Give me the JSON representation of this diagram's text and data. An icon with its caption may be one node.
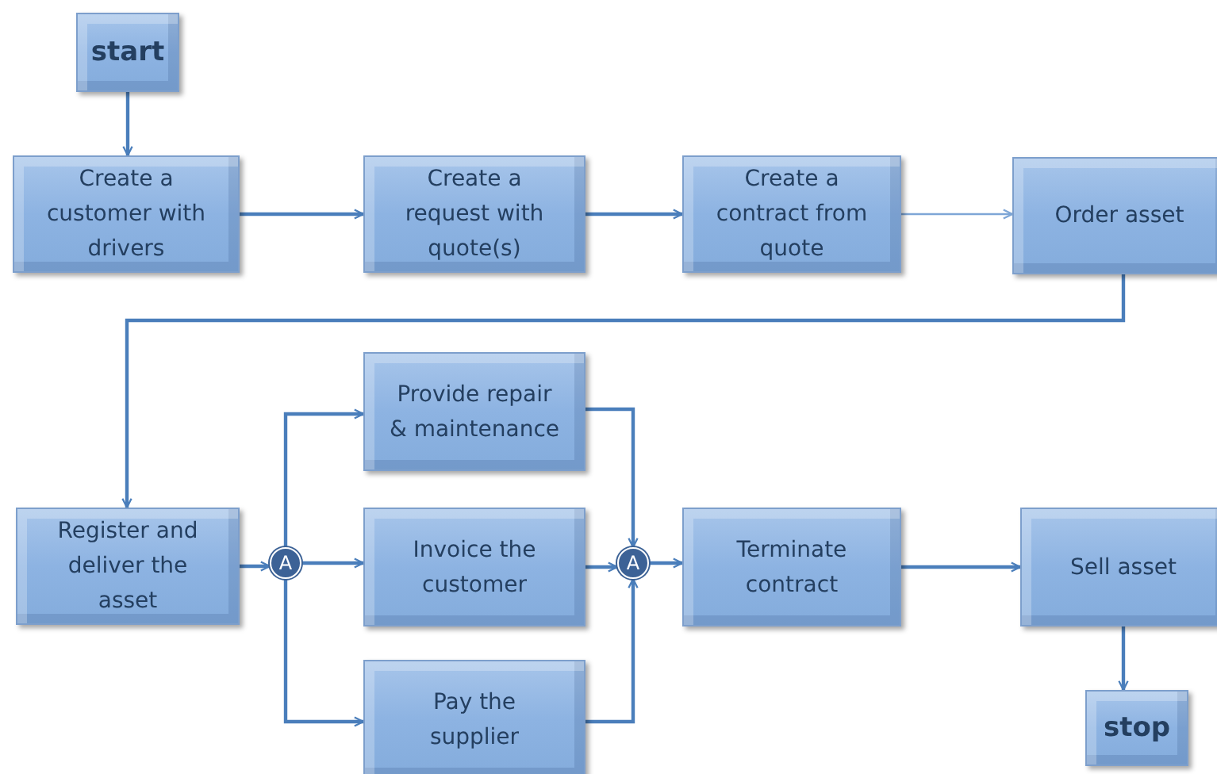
{
  "diagram": {
    "nodes": [
      {
        "text": [
          "start"
        ]
      },
      {
        "text": [
          "Create a customer with drivers"
        ]
      },
      {
        "text": [
          "Create a request with quote(s)"
        ]
      },
      {
        "text": [
          "Create a contract from quote"
        ]
      },
      {
        "text": [
          "Order asset"
        ]
      },
      {
        "text": [
          "Register and deliver the asset"
        ]
      },
      {
        "text": [
          "A"
        ]
      },
      {
        "text": [
          "Provide repair & maintenance"
        ]
      },
      {
        "text": [
          "Invoice the customer"
        ]
      },
      {
        "text": [
          "Pay the supplier"
        ]
      },
      {
        "text": [
          "A"
        ]
      },
      {
        "text": [
          "Terminate contract"
        ]
      },
      {
        "text": [
          "Sell asset"
        ]
      },
      {
        "text": [
          "stop"
        ]
      }
    ],
    "edges": [
      {
        "from": 0,
        "to": 1,
        "arrow": "to"
      },
      {
        "from": 1,
        "to": 2,
        "arrow": "to"
      },
      {
        "from": 2,
        "to": 3,
        "arrow": "to"
      },
      {
        "from": 3,
        "to": 4,
        "arrow": "to",
        "color": "#7ea6d6"
      },
      {
        "from": 4,
        "to": 5,
        "arrow": "to"
      },
      {
        "from": 5,
        "to": 6,
        "arrow": "to"
      },
      {
        "from": 6,
        "to": 7,
        "arrow": "to"
      },
      {
        "from": 6,
        "to": 8,
        "arrow": "to"
      },
      {
        "from": 6,
        "to": 9,
        "arrow": "to"
      },
      {
        "from": 7,
        "to": 10,
        "arrow": "to"
      },
      {
        "from": 8,
        "to": 10,
        "arrow": "to"
      },
      {
        "from": 9,
        "to": 10,
        "arrow": "to"
      },
      {
        "from": 10,
        "to": 11,
        "arrow": "to"
      },
      {
        "from": 11,
        "to": 12,
        "arrow": "to"
      },
      {
        "from": 12,
        "to": 13,
        "arrow": "to"
      }
    ]
  }
}
